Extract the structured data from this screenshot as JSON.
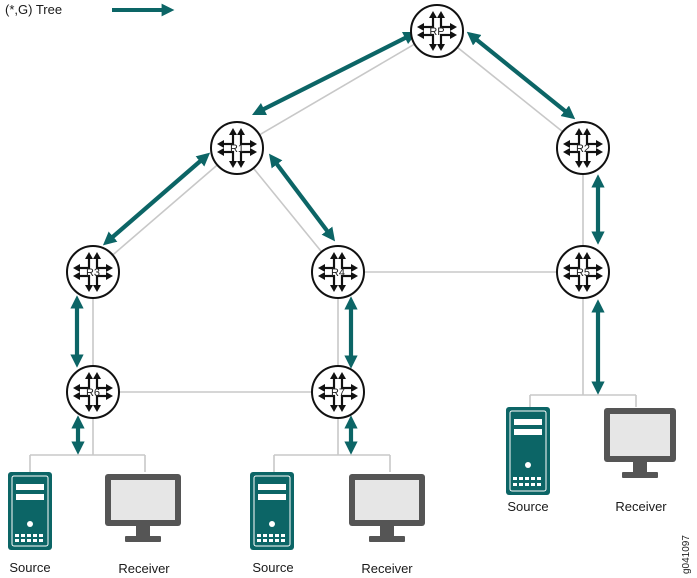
{
  "legend": {
    "label": "(*,G) Tree"
  },
  "colors": {
    "tree": "#0c6566",
    "link": "#c8c8c8",
    "server": "#0c6566",
    "monitor": "#555555"
  },
  "routers": [
    {
      "id": "RP",
      "label": "RP"
    },
    {
      "id": "R1",
      "label": "R1"
    },
    {
      "id": "R2",
      "label": "R2"
    },
    {
      "id": "R3",
      "label": "R3"
    },
    {
      "id": "R4",
      "label": "R4"
    },
    {
      "id": "R5",
      "label": "R5"
    },
    {
      "id": "R6",
      "label": "R6"
    },
    {
      "id": "R7",
      "label": "R7"
    }
  ],
  "hosts": {
    "source_label": "Source",
    "receiver_label": "Receiver"
  },
  "figure_id": "g041097"
}
